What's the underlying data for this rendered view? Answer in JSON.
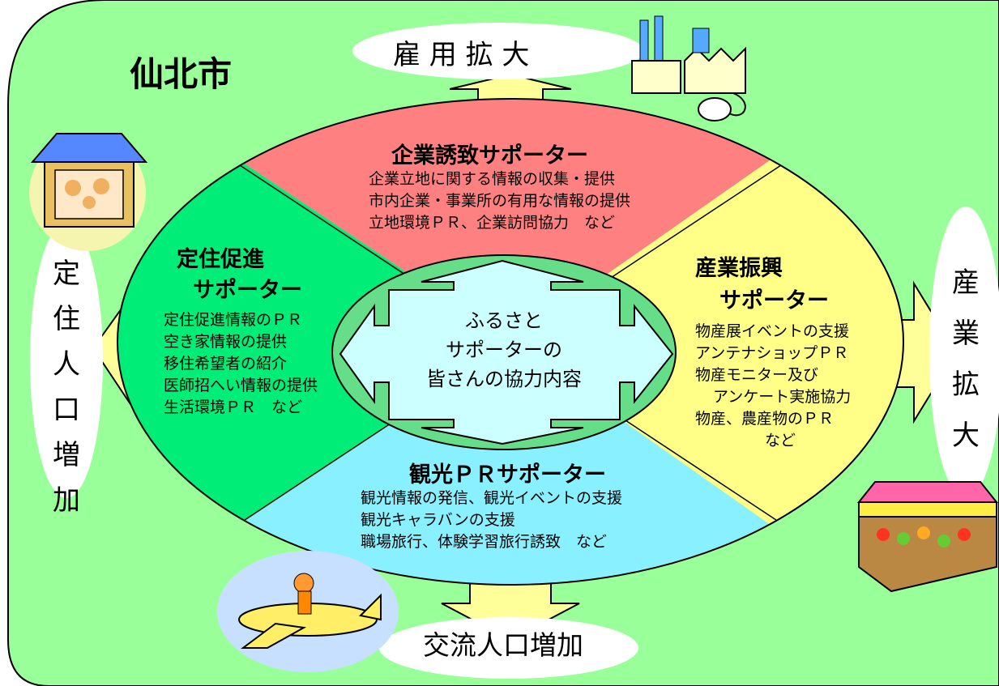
{
  "city": "仙北市",
  "center": {
    "lines": [
      "ふるさと",
      "サポーターの",
      "皆さんの協力内容"
    ]
  },
  "outcomes": {
    "top": "雇 用 拡 大",
    "left": [
      "定",
      "住",
      "人",
      "口",
      "増",
      "加"
    ],
    "right": [
      "産",
      "業",
      "拡",
      "大"
    ],
    "bottom": "交流人口増加"
  },
  "sections": {
    "top": {
      "title": "企業誘致サポーター",
      "items": [
        "企業立地に関する情報の収集・提供",
        "市内企業・事業所の有用な情報の提供",
        "立地環境ＰＲ、企業訪問協力　など"
      ]
    },
    "left": {
      "title_lines": [
        "定住促進",
        "サポーター"
      ],
      "items": [
        "定住促進情報のＰＲ",
        "空き家情報の提供",
        "移住希望者の紹介",
        "医師招へい情報の提供",
        "生活環境ＰＲ　など"
      ]
    },
    "right": {
      "title_lines": [
        "産業振興",
        "サポーター"
      ],
      "items": [
        "物産展イベントの支援",
        "アンテナショップＰＲ",
        "物産モニター及び",
        "アンケート実施協力",
        "物産、農産物のＰＲ",
        "など"
      ]
    },
    "bottom": {
      "title": "観光ＰＲサポーター",
      "items": [
        "観光情報の発信、観光イベントの支援",
        "観光キャラバンの支援",
        "職場旅行、体験学習旅行誘致　など"
      ]
    }
  },
  "colors": {
    "background": "#99FF99",
    "top_sector": "#FF8080",
    "left_sector": "#00EE77",
    "right_sector": "#FFFF88",
    "bottom_sector": "#88F0FF",
    "center_ellipse": "#66DD88",
    "center_arrows": "#CCFFFF",
    "outer_arrows": "#FFFF99"
  },
  "icons": [
    "house-family-icon",
    "factory-computer-icon",
    "airplane-traveler-icon",
    "vegetable-market-icon"
  ]
}
